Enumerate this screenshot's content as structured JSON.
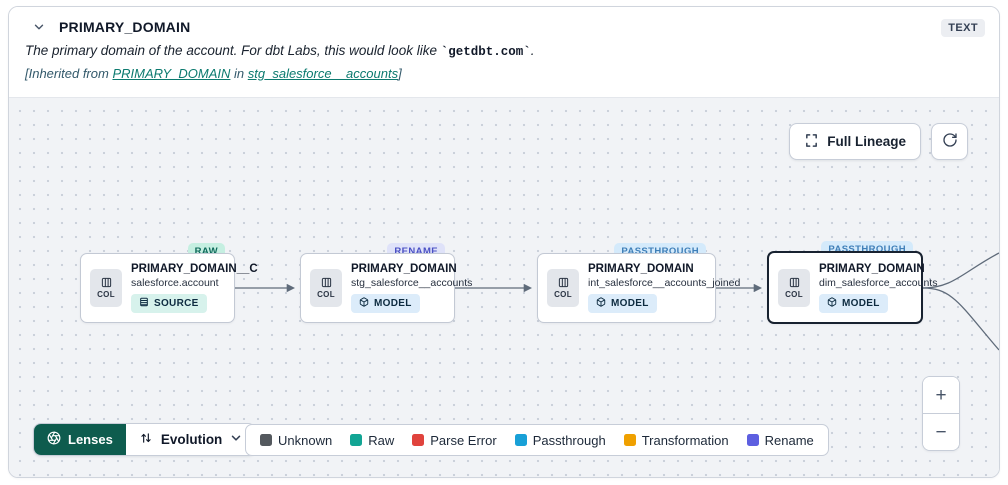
{
  "header": {
    "title": "PRIMARY_DOMAIN",
    "type_badge": "TEXT",
    "description": {
      "prefix": "The primary domain of the account. For dbt Labs, this would look like ",
      "code": "`getdbt.com`",
      "suffix": "."
    },
    "inherited": {
      "prefix": "[Inherited from ",
      "column_link": "PRIMARY_DOMAIN",
      "middle": " in ",
      "model_link": "stg_salesforce__accounts",
      "suffix": "]"
    }
  },
  "toolbar": {
    "full_lineage_label": "Full Lineage"
  },
  "canvas": {
    "col_label": "COL",
    "nodes": [
      {
        "title": "PRIMARY_DOMAIN__C",
        "subtitle": "salesforce.account",
        "resource": "SOURCE",
        "lens": "RAW",
        "selected": false
      },
      {
        "title": "PRIMARY_DOMAIN",
        "subtitle": "stg_salesforce__accounts",
        "resource": "MODEL",
        "lens": "RENAME",
        "selected": false
      },
      {
        "title": "PRIMARY_DOMAIN",
        "subtitle": "int_salesforce__accounts_joined",
        "resource": "MODEL",
        "lens": "PASSTHROUGH",
        "selected": false
      },
      {
        "title": "PRIMARY_DOMAIN",
        "subtitle": "dim_salesforce_accounts",
        "resource": "MODEL",
        "lens": "PASSTHROUGH",
        "selected": true
      }
    ]
  },
  "lens_bar": {
    "lenses_label": "Lenses",
    "selected_lens": "Evolution"
  },
  "legend": {
    "items": [
      {
        "label": "Unknown",
        "color": "#54595E"
      },
      {
        "label": "Raw",
        "color": "#12A594"
      },
      {
        "label": "Parse Error",
        "color": "#E0433D"
      },
      {
        "label": "Passthrough",
        "color": "#18A0D7"
      },
      {
        "label": "Transformation",
        "color": "#EFA000"
      },
      {
        "label": "Rename",
        "color": "#5D5FE0"
      }
    ]
  },
  "zoom_controls": {
    "zoom_in": "+",
    "zoom_out": "−"
  },
  "colors": {
    "lenses_button_green": "#0E5C4E",
    "link_teal": "#0C7A6F",
    "raw_badge_bg": "#C5EFE1",
    "raw_badge_text": "#0E6A5B",
    "rename_badge_bg": "#DFE2F9",
    "rename_badge_text": "#4A50C4",
    "passthrough_badge_bg": "#D4EAFB",
    "passthrough_badge_text": "#3F7FB8",
    "source_badge_bg": "#D7F2EC",
    "model_badge_bg": "#DCECFA",
    "canvas_bg": "#F1F3F6",
    "edge_gray": "#5F6B7A"
  }
}
